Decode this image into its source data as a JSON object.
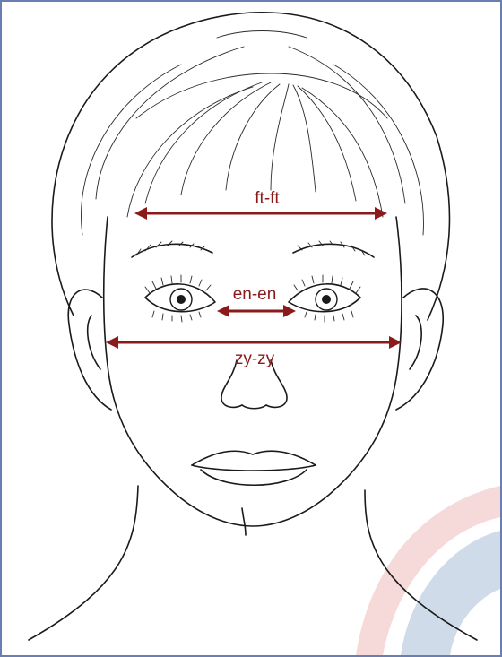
{
  "measurements": [
    {
      "id": "ft-ft",
      "label": "ft-ft"
    },
    {
      "id": "en-en",
      "label": "en-en"
    },
    {
      "id": "zy-zy",
      "label": "zy-zy"
    }
  ],
  "colors": {
    "measurement": "#8b1a1a",
    "frame_border": "#6a7fb0",
    "watermark_blue": "#c9d6e6",
    "watermark_red": "#f3c9c9"
  }
}
